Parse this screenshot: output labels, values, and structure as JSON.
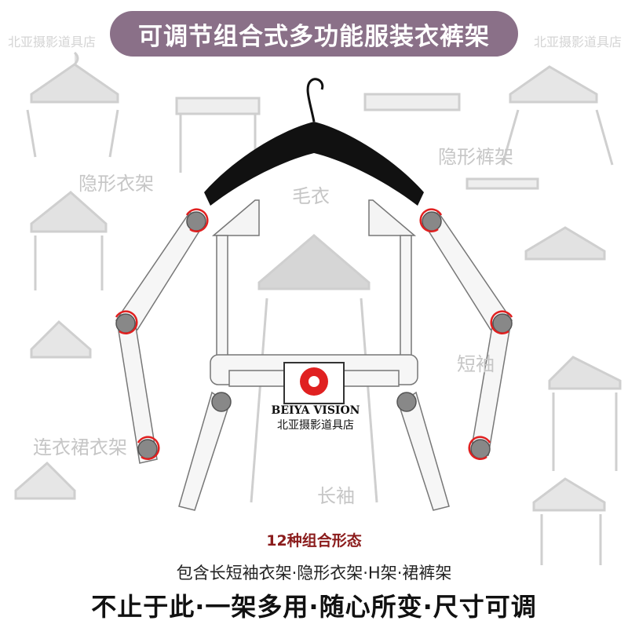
{
  "title": "可调节组合式多功能服装衣裤架",
  "ghost_labels": {
    "invisible_hanger": "隐形衣架",
    "sweater": "毛衣",
    "pants_hidden": "隐形裤架",
    "short_sleeve": "短袖",
    "dress_hanger": "连衣裙衣架",
    "long_sleeve": "长袖"
  },
  "logo": {
    "english": "BEIYA VISION",
    "chinese": "北亚摄影道具店"
  },
  "watermark": "北亚摄影道具店",
  "captions": {
    "count": "12种组合形态",
    "includes": "包含长短袖衣架·隐形衣架·H架·裙裤架",
    "slogan": "不止于此·一架多用·随心所变·尺寸可调"
  },
  "colors": {
    "title_bg": "#8a7088",
    "accent_red": "#e02020",
    "caption_red": "#8b1c1c",
    "hanger_black": "#111111"
  }
}
